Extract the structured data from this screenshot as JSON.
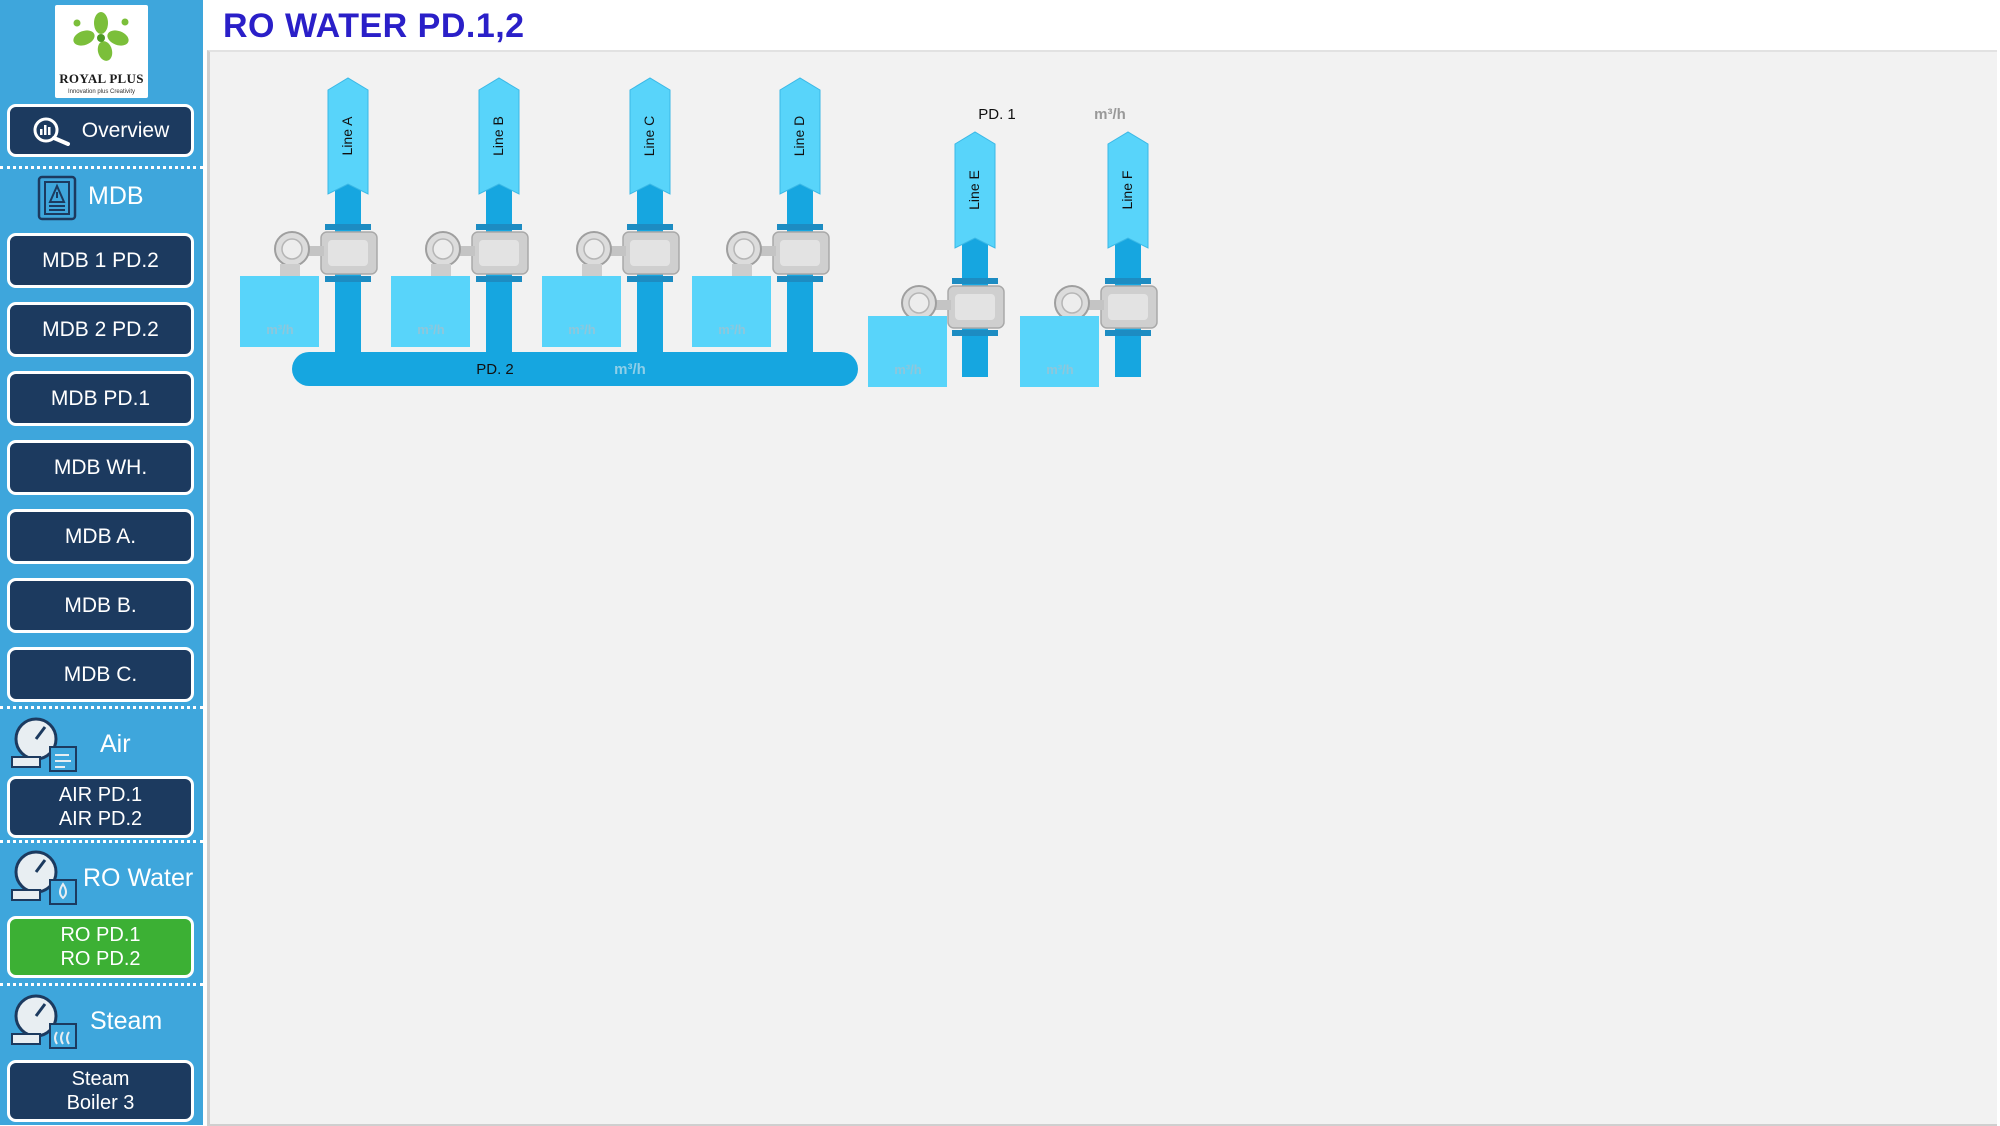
{
  "header": {
    "title": "RO WATER PD.1,2"
  },
  "sidebar": {
    "logo": {
      "brand": "ROYAL PLUS",
      "tagline": "Innovation plus Creativity"
    },
    "overview_label": "Overview",
    "sections": {
      "mdb": "MDB",
      "air": "Air",
      "ro_water": "RO Water",
      "steam": "Steam"
    },
    "mdb_items": [
      "MDB 1 PD.2",
      "MDB 2 PD.2",
      "MDB PD.1",
      "MDB WH.",
      "MDB A.",
      "MDB B.",
      "MDB C."
    ],
    "air_button": {
      "line1": "AIR PD.1",
      "line2": "AIR PD.2"
    },
    "ro_button": {
      "line1": "RO PD.1",
      "line2": "RO PD.2"
    },
    "steam_button": {
      "line1": "Steam",
      "line2": "Boiler 3"
    }
  },
  "colors": {
    "sidebar": "#3ea6dc",
    "button": "#1c3a5f",
    "active": "#3cb034",
    "pipe": "#16a6e0",
    "label_box": "#58d4fa",
    "title": "#2a1fc8"
  },
  "diagram": {
    "pd2": {
      "label": "PD. 2",
      "unit": "m³/h"
    },
    "pd1": {
      "label": "PD. 1",
      "unit": "m³/h"
    },
    "lines": [
      {
        "name": "Line A",
        "unit": "m³/h"
      },
      {
        "name": "Line B",
        "unit": "m³/h"
      },
      {
        "name": "Line C",
        "unit": "m³/h"
      },
      {
        "name": "Line D",
        "unit": "m³/h"
      },
      {
        "name": "Line E",
        "unit": "m³/h"
      },
      {
        "name": "Line F",
        "unit": "m³/h"
      }
    ]
  }
}
